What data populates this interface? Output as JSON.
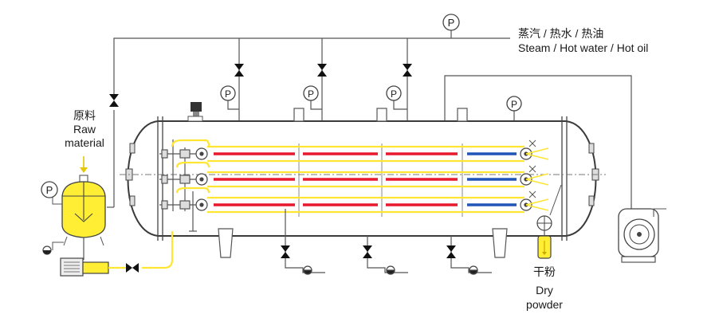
{
  "labels": {
    "steam_cn": "蒸汽 / 热水 / 热油",
    "steam_en": "Steam / Hot water / Hot oil",
    "raw_cn": "原料",
    "raw_en1": "Raw",
    "raw_en2": "material",
    "dry_cn": "干粉",
    "dry_en1": "Dry",
    "dry_en2": "powder",
    "gauge": "P"
  },
  "colors": {
    "line": "#555555",
    "shell": "#3a3a3a",
    "yellow": "#ffee33",
    "yellow_stroke": "#b8a200",
    "red": "#e8192c",
    "blue": "#1f56b8",
    "grey_fill": "#eeeeee"
  }
}
